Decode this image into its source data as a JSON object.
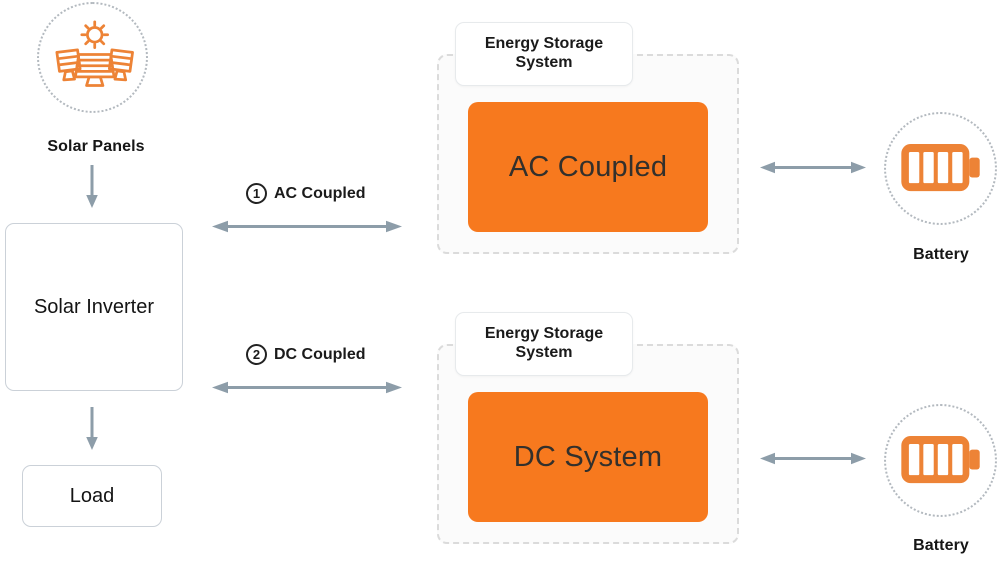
{
  "colors": {
    "orange": "#F7791E",
    "icon_orange": "#ED8336",
    "arrow": "#8D9DA9",
    "box_border": "#CBD1D8",
    "dashed_border": "#DBDBDB",
    "panel_bg": "#FBFBFB",
    "text": "#1F1F1F"
  },
  "icons": {
    "solar_panels": "solar-panels-icon",
    "battery": "battery-icon",
    "arrow_down": "down-arrow-icon",
    "arrow_double": "double-headed-arrow-icon"
  },
  "nodes": {
    "solar_panels": {
      "label": "Solar Panels"
    },
    "solar_inverter": {
      "label": "Solar Inverter"
    },
    "load": {
      "label": "Load"
    }
  },
  "connections": [
    {
      "number": "1",
      "label": "AC Coupled"
    },
    {
      "number": "2",
      "label": "DC Coupled"
    }
  ],
  "storage_systems": [
    {
      "tag": "Energy Storage System",
      "box_label": "AC Coupled",
      "battery_label": "Battery"
    },
    {
      "tag": "Energy Storage System",
      "box_label": "DC System",
      "battery_label": "Battery"
    }
  ]
}
